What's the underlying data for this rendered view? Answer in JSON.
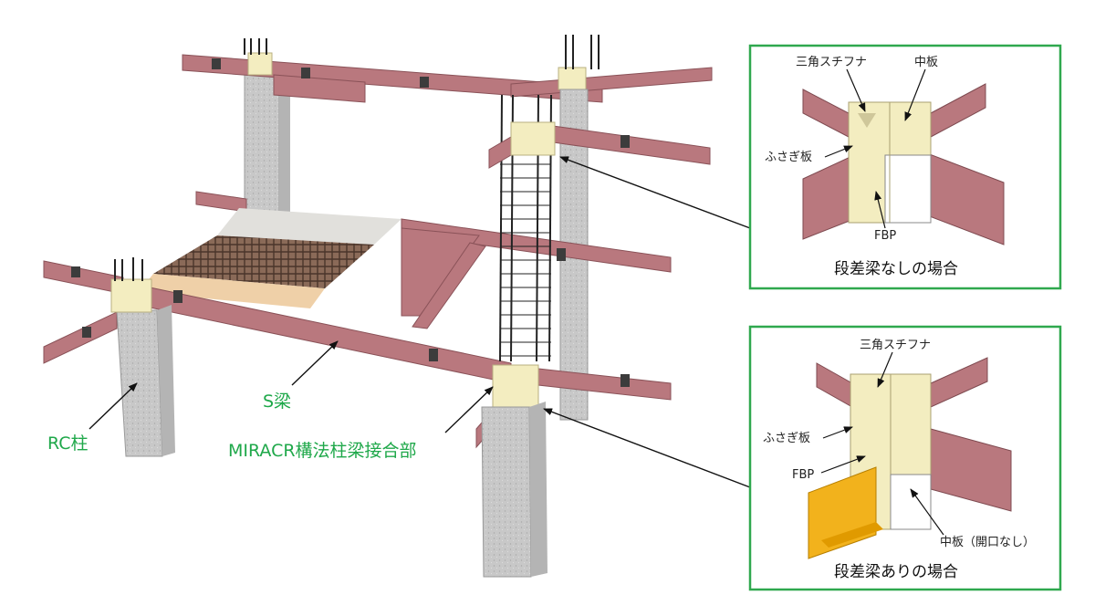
{
  "main_labels": {
    "rc_column": "RC柱",
    "s_beam": "S梁",
    "joint": "MIRACR構法柱梁接合部"
  },
  "panel_top": {
    "stiffener": "三角スチフナ",
    "middle_plate": "中板",
    "closing_plate": "ふさぎ板",
    "fbp": "FBP",
    "caption": "段差梁なしの場合"
  },
  "panel_bottom": {
    "stiffener": "三角スチフナ",
    "closing_plate": "ふさぎ板",
    "fbp": "FBP",
    "middle_plate": "中板（開口なし）",
    "caption": "段差梁ありの場合"
  },
  "colors": {
    "label_green": "#1fa84a",
    "panel_border": "#2fa84e",
    "steel_beam": "#b9787e",
    "joint_cream": "#f3edc0",
    "concrete": "#c9c9c9",
    "offset_beam": "#f2b21c"
  }
}
